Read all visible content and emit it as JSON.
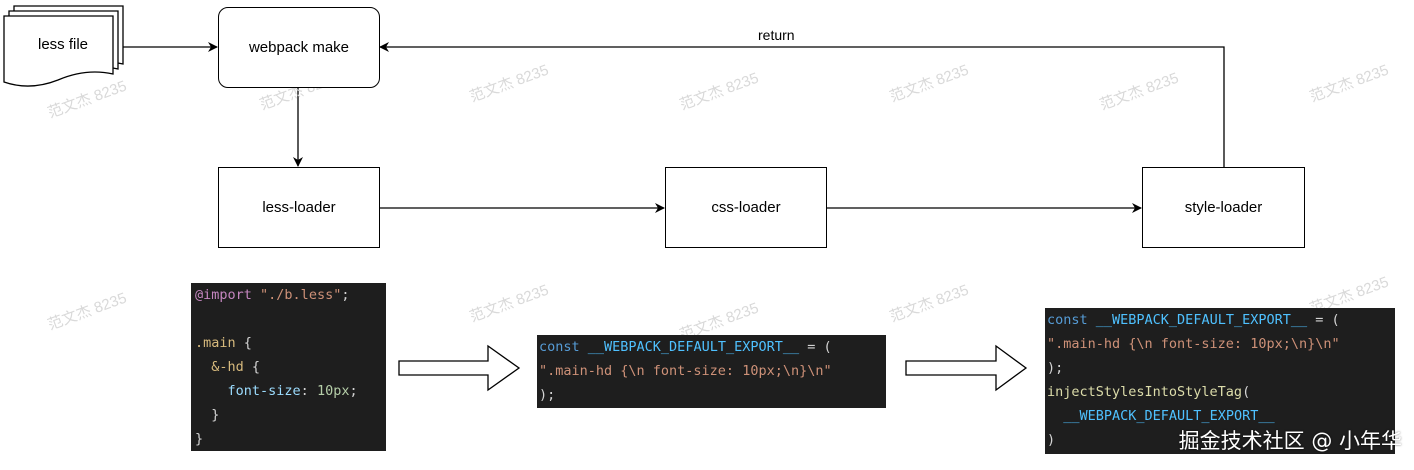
{
  "nodes": {
    "less_file": "less file",
    "webpack_make": "webpack make",
    "less_loader": "less-loader",
    "css_loader": "css-loader",
    "style_loader": "style-loader"
  },
  "edge_labels": {
    "return": "return"
  },
  "code_blocks": {
    "less_source": [
      [
        [
          "kw-pink",
          "@import"
        ],
        [
          "plain",
          " "
        ],
        [
          "str",
          "\"./b.less\""
        ],
        [
          "plain",
          ";"
        ]
      ],
      [],
      [
        [
          "sel",
          ".main"
        ],
        [
          "plain",
          " {"
        ]
      ],
      [
        [
          "plain",
          "  "
        ],
        [
          "sel",
          "&-hd"
        ],
        [
          "plain",
          " {"
        ]
      ],
      [
        [
          "plain",
          "    "
        ],
        [
          "prop",
          "font-size"
        ],
        [
          "plain",
          ": "
        ],
        [
          "num",
          "10px"
        ],
        [
          "plain",
          ";"
        ]
      ],
      [
        [
          "plain",
          "  }"
        ]
      ],
      [
        [
          "plain",
          "}"
        ]
      ]
    ],
    "css_loader_output": [
      [
        [
          "kw-blue",
          "const"
        ],
        [
          "plain",
          " "
        ],
        [
          "var",
          "__WEBPACK_DEFAULT_EXPORT__"
        ],
        [
          "plain",
          " = ("
        ]
      ],
      [
        [
          "str",
          "\".main-hd {\\n font-size: 10px;\\n}\\n\""
        ]
      ],
      [
        [
          "plain",
          ");"
        ]
      ]
    ],
    "style_loader_output": [
      [
        [
          "kw-blue",
          "const"
        ],
        [
          "plain",
          " "
        ],
        [
          "var",
          "__WEBPACK_DEFAULT_EXPORT__"
        ],
        [
          "plain",
          " = ("
        ]
      ],
      [
        [
          "str",
          "\".main-hd {\\n font-size: 10px;\\n}\\n\""
        ]
      ],
      [
        [
          "plain",
          ");"
        ]
      ],
      [
        [
          "fn",
          "injectStylesIntoStyleTag"
        ],
        [
          "plain",
          "("
        ]
      ],
      [
        [
          "plain",
          "  "
        ],
        [
          "var",
          "__WEBPACK_DEFAULT_EXPORT__"
        ]
      ],
      [
        [
          "plain",
          ")"
        ]
      ]
    ]
  },
  "watermark": {
    "text": "范文杰 8235",
    "credit": "掘金技术社区 @ 小年华"
  },
  "colors": {
    "code_bg": "#1e1e1e",
    "stroke": "#000000"
  }
}
